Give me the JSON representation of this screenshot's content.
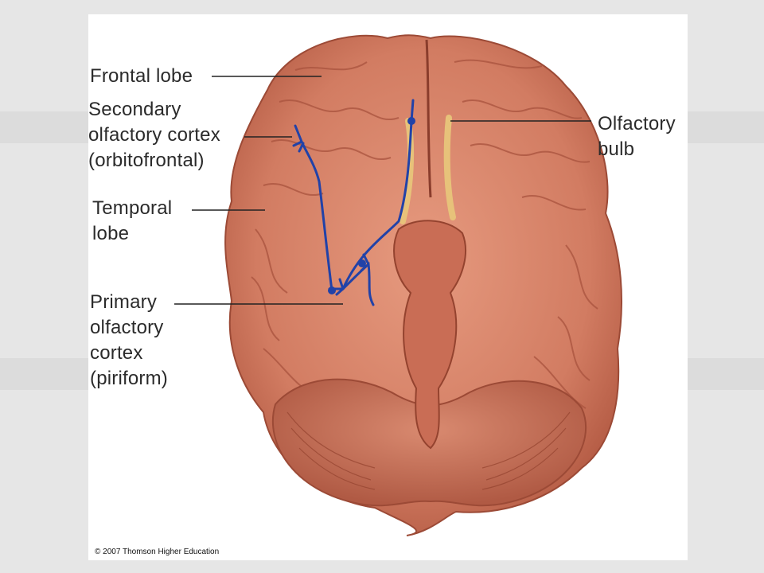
{
  "labels": {
    "frontal_lobe": "Frontal lobe",
    "secondary_olfactory_cortex": "Secondary\nolfactory cortex\n(orbitofrontal)",
    "temporal_lobe": "Temporal\nlobe",
    "primary_olfactory_cortex": "Primary\nolfactory\ncortex\n(piriform)",
    "olfactory_bulb": "Olfactory\nbulb"
  },
  "copyright": "© 2007 Thomson Higher Education",
  "colors": {
    "brain": "#d8846a",
    "brain_dark": "#b95f48",
    "pathway": "#2142a8",
    "bulb": "#e7c27a",
    "leader": "#222222"
  }
}
